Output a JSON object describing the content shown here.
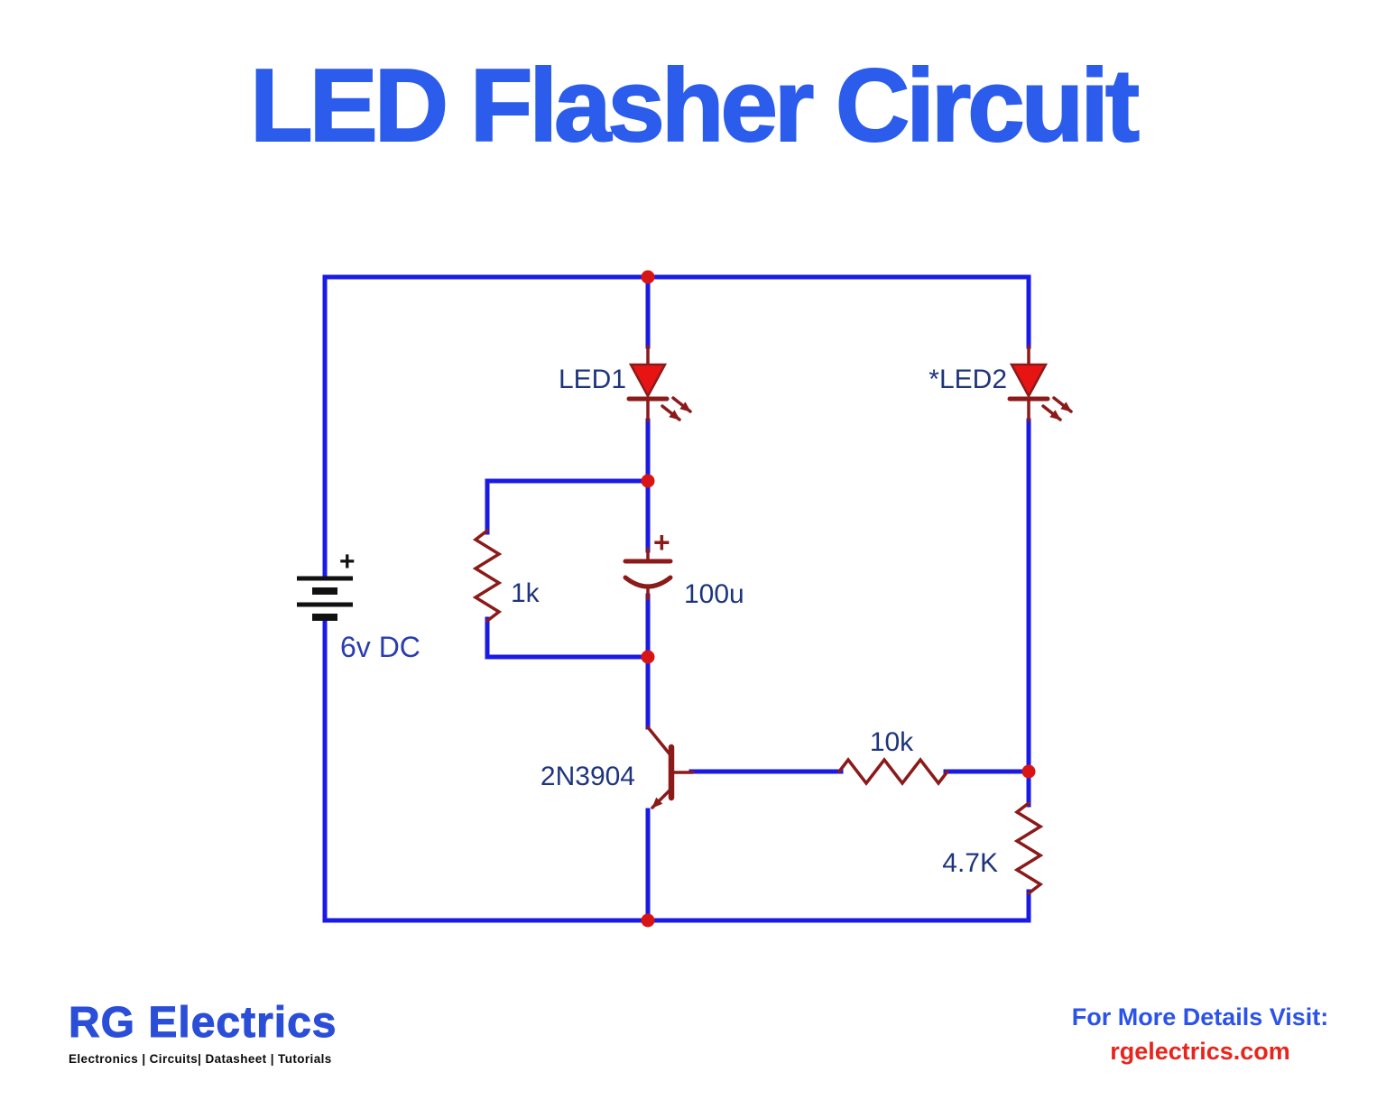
{
  "title": "LED Flasher Circuit",
  "schematic": {
    "battery": {
      "plus": "+",
      "label": "6v DC"
    },
    "led1": {
      "label": "LED1"
    },
    "led2": {
      "label": "*LED2"
    },
    "resistor_r1": {
      "label": "1k"
    },
    "capacitor": {
      "plus": "+",
      "label": "100u"
    },
    "transistor": {
      "label": "2N3904"
    },
    "resistor_r2": {
      "label": "10k"
    },
    "resistor_r3": {
      "label": "4.7K"
    }
  },
  "footer": {
    "brand": "RG Electrics",
    "tagline": "Electronics | Circuits| Datasheet | Tutorials",
    "visit_prompt": "For More Details Visit:",
    "website": "rgelectrics.com"
  },
  "colors": {
    "title_blue": "#2b5cec",
    "wire_blue": "#1a1ae6",
    "component_maroon": "#8b1a1a",
    "led_red": "#e81414",
    "junction_red": "#d81414",
    "label_navy": "#1e357e",
    "brand_blue": "#2b4ed8",
    "website_red": "#e8251c",
    "battery_black": "#111111"
  }
}
